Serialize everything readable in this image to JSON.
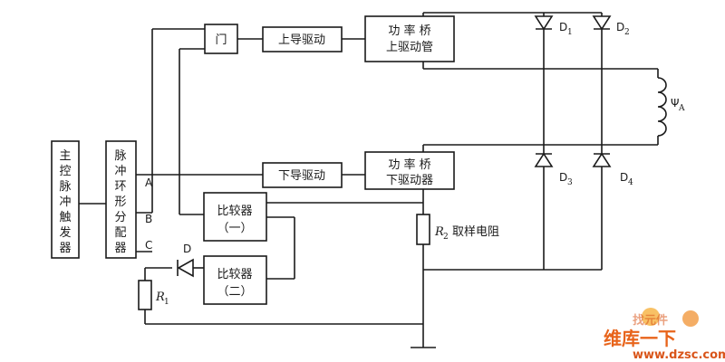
{
  "diagram": {
    "blocks": {
      "main_trigger": [
        "主",
        "控",
        "脉",
        "冲",
        "触",
        "发",
        "器"
      ],
      "ring_distributor": [
        "脉",
        "冲",
        "环",
        "形",
        "分",
        "配",
        "器"
      ],
      "gate": "门",
      "upper_drive": "上导驱动",
      "upper_bridge_l1": "功 率 桥",
      "upper_bridge_l2": "上驱动管",
      "lower_drive": "下导驱动",
      "lower_bridge_l1": "功 率 桥",
      "lower_bridge_l2": "下驱动器",
      "comparator1_l1": "比较器",
      "comparator1_l2": "（一）",
      "comparator2_l1": "比较器",
      "comparator2_l2": "（二）"
    },
    "ports": {
      "a": "A",
      "b": "B",
      "c": "C"
    },
    "diodes": {
      "d1": "D",
      "d1_sub": "1",
      "d2": "D",
      "d2_sub": "2",
      "d3": "D",
      "d3_sub": "3",
      "d4": "D",
      "d4_sub": "4",
      "d": "D"
    },
    "coil": {
      "symbol": "Ψ",
      "sub": "A"
    },
    "resistors": {
      "r2": "R",
      "r2_sub": "2",
      "r2_desc": "取样电阻",
      "r1": "R",
      "r1_sub": "1"
    }
  },
  "watermark": {
    "line1": "维库一下",
    "line2": "www.dzsc.com",
    "badge": "找元件"
  }
}
